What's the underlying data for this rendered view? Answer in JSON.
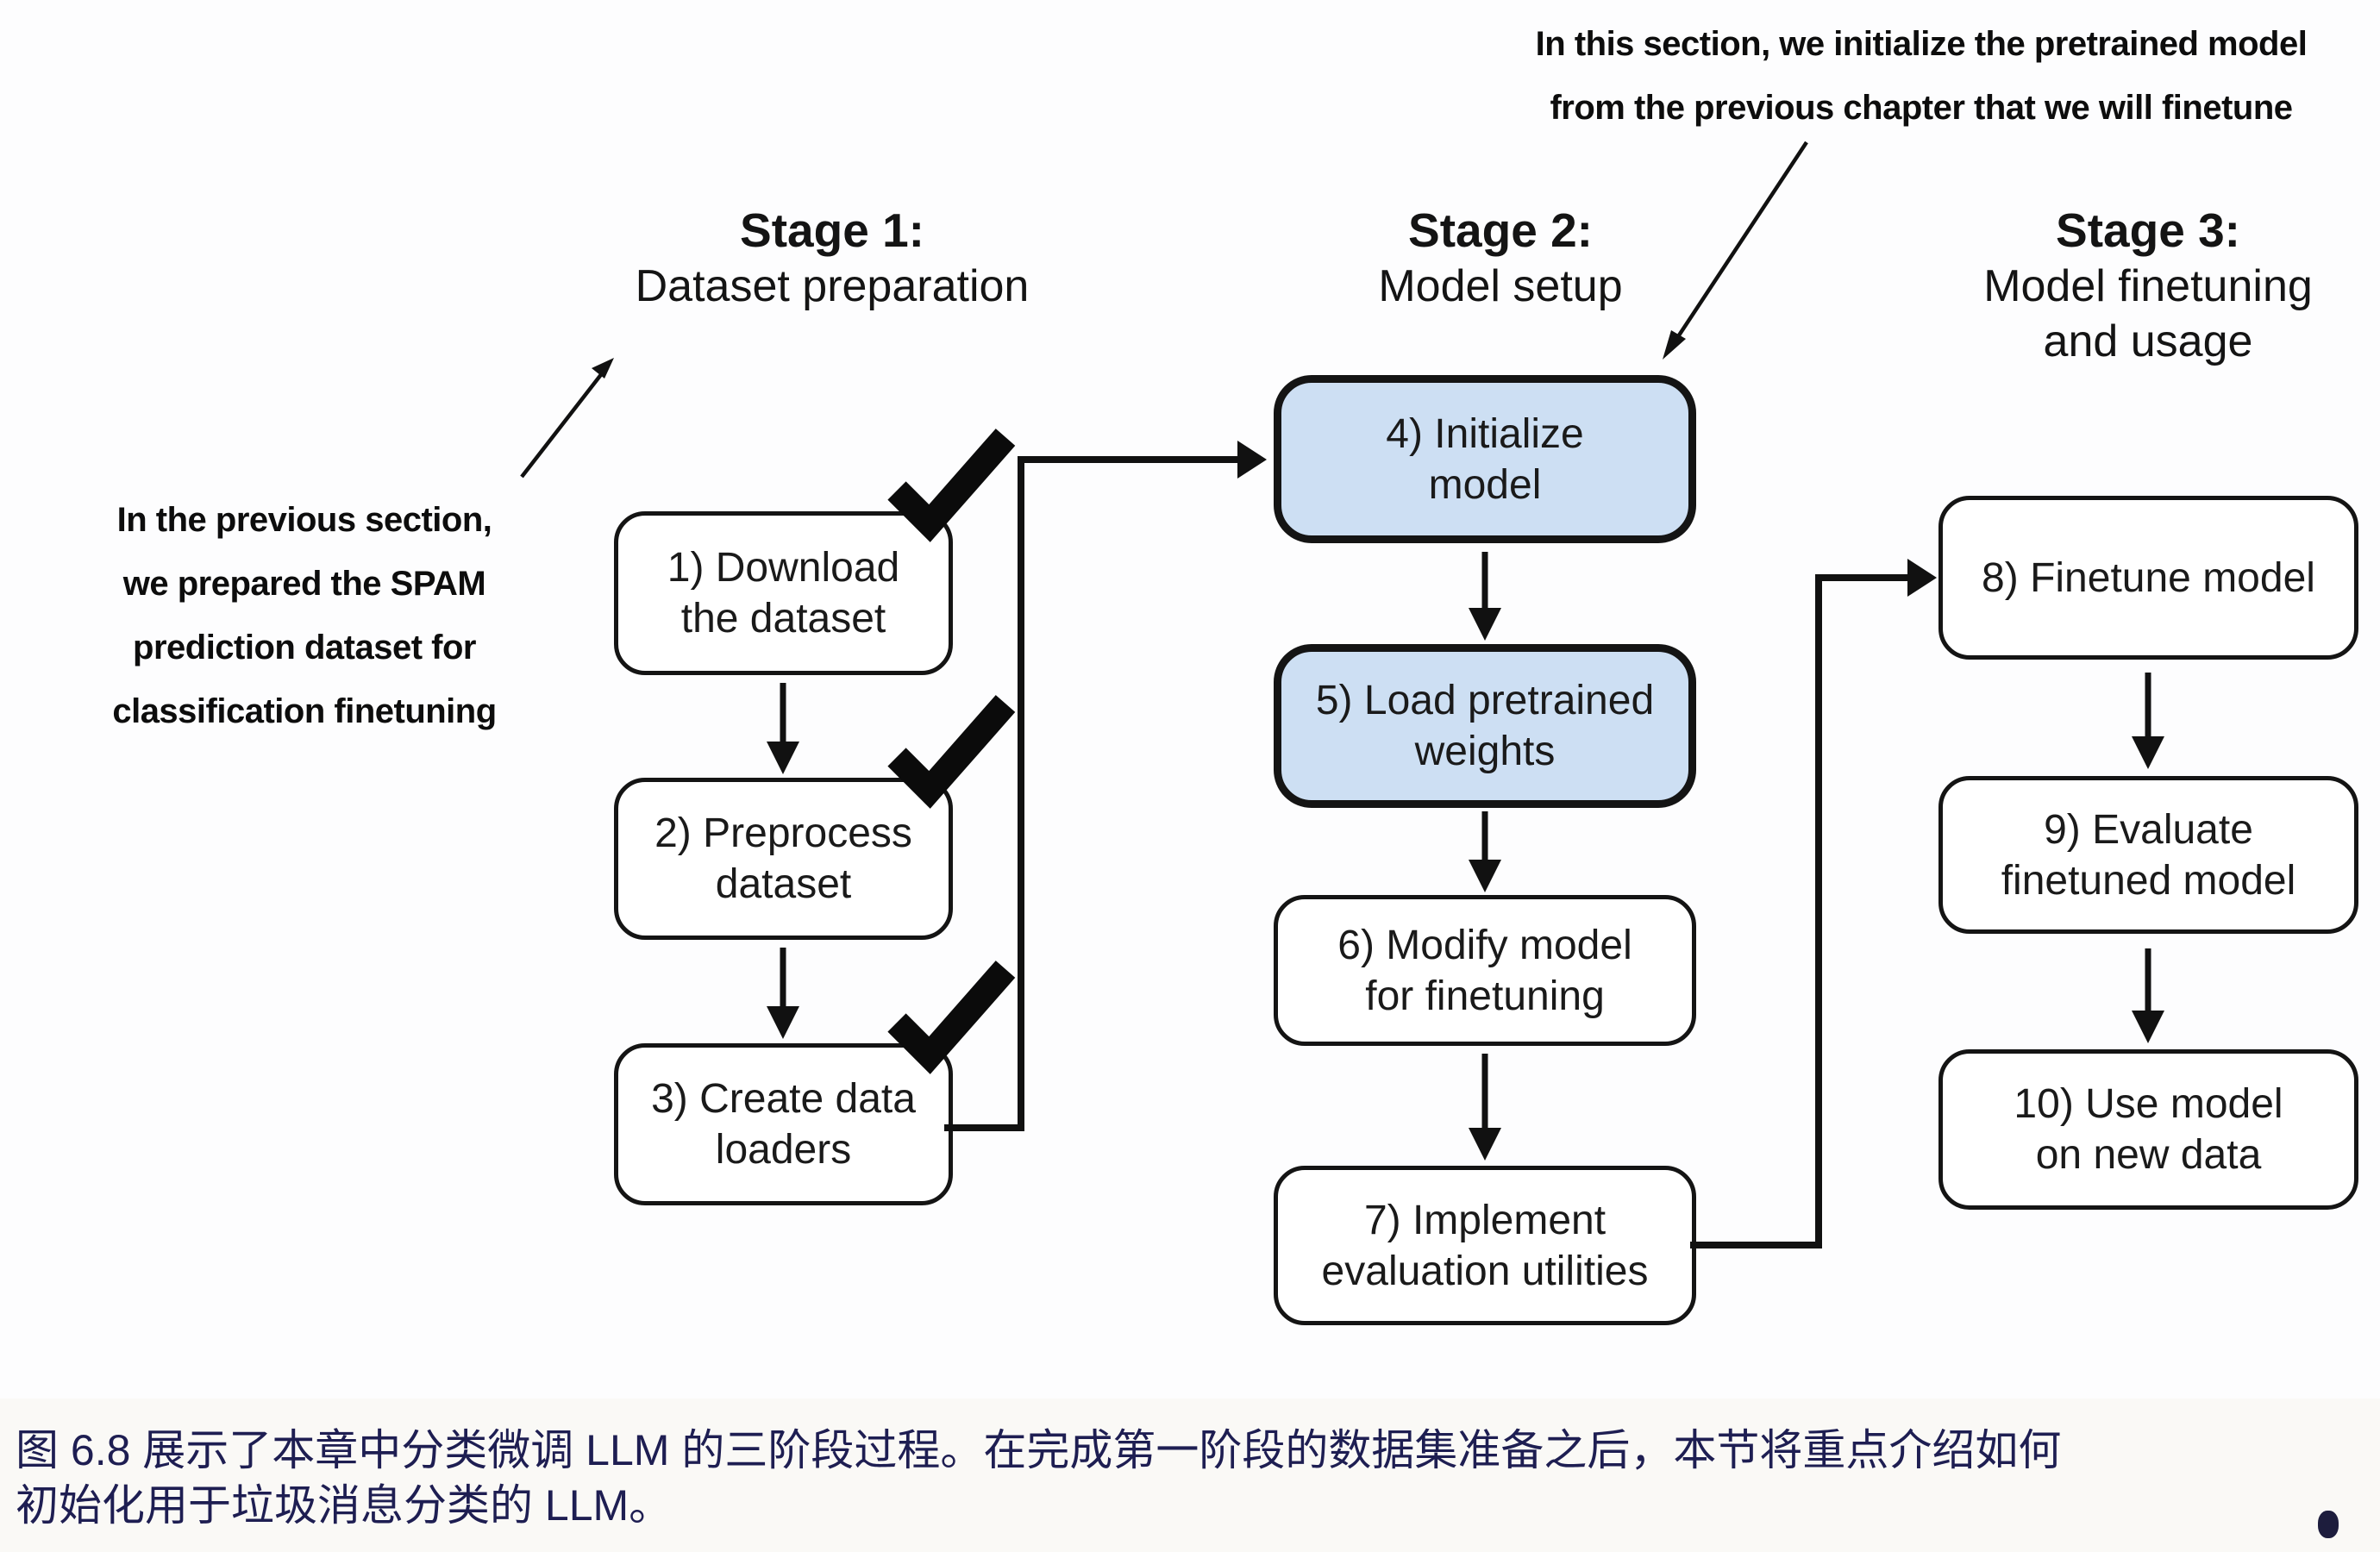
{
  "annotations": {
    "top": {
      "line1": "In this section, we initialize the pretrained model",
      "line2": "from the previous chapter that we will finetune"
    },
    "left": {
      "line1": "In the previous section,",
      "line2": "we prepared the SPAM",
      "line3": "prediction dataset for",
      "line4": "classification finetuning"
    }
  },
  "stages": {
    "s1": {
      "title": "Stage 1:",
      "subtitle1": "Dataset preparation"
    },
    "s2": {
      "title": "Stage 2:",
      "subtitle1": "Model setup"
    },
    "s3": {
      "title": "Stage 3:",
      "subtitle1": "Model finetuning",
      "subtitle2": "and usage"
    }
  },
  "boxes": {
    "b1": {
      "line1": "1) Download",
      "line2": "the dataset",
      "completed": true,
      "highlighted": false
    },
    "b2": {
      "line1": "2) Preprocess",
      "line2": "dataset",
      "completed": true,
      "highlighted": false
    },
    "b3": {
      "line1": "3) Create data",
      "line2": "loaders",
      "completed": true,
      "highlighted": false
    },
    "b4": {
      "line1": "4) Initialize",
      "line2": "model",
      "completed": false,
      "highlighted": true
    },
    "b5": {
      "line1": "5) Load pretrained",
      "line2": "weights",
      "completed": false,
      "highlighted": true
    },
    "b6": {
      "line1": "6) Modify model",
      "line2": "for finetuning",
      "completed": false,
      "highlighted": false
    },
    "b7": {
      "line1": "7) Implement",
      "line2": "evaluation utilities",
      "completed": false,
      "highlighted": false
    },
    "b8": {
      "line1": "8) Finetune model",
      "completed": false,
      "highlighted": false
    },
    "b9": {
      "line1": "9) Evaluate",
      "line2": "finetuned model",
      "completed": false,
      "highlighted": false
    },
    "b10": {
      "line1": "10) Use model",
      "line2": "on new data",
      "completed": false,
      "highlighted": false
    }
  },
  "caption": {
    "line1": "图 6.8 展示了本章中分类微调 LLM 的三阶段过程。在完成第一阶段的数据集准备之后，本节将重点介绍如何",
    "line2": "初始化用于垃圾消息分类的 LLM。"
  },
  "colors": {
    "highlight_fill": "#cddff3",
    "line_color": "#111111",
    "caption_text": "#1e1e52",
    "background": "#fdfdfe"
  }
}
